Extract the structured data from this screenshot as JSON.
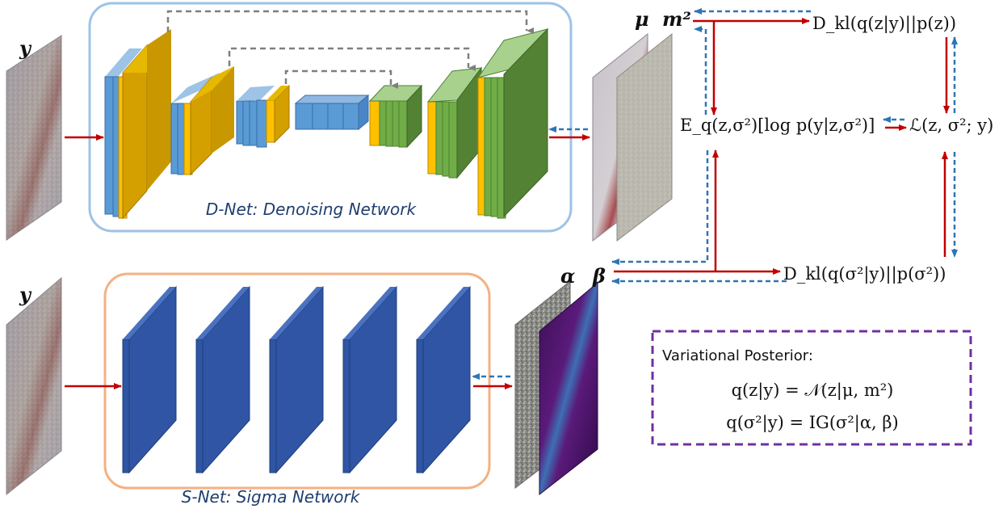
{
  "dnet": {
    "label": "D-Net: Denoising Network"
  },
  "snet": {
    "label": "S-Net: Sigma Network"
  },
  "inputs": {
    "top": "y",
    "bottom": "y"
  },
  "outputs": {
    "mu": "μ",
    "m2": "m²",
    "alpha": "α",
    "beta": "β"
  },
  "equations": {
    "kl_z": "D_kl(q(z|y)||p(z))",
    "expectation": "E_q(z,σ²)[log p(y|z,σ²)]",
    "loss": "ℒ(z, σ²; y)",
    "kl_sigma": "D_kl(q(σ²|y)||p(σ²))"
  },
  "posterior": {
    "title": "Variational Posterior:",
    "eq1": "q(z|y) = 𝒩(z|μ, m²)",
    "eq2": "q(σ²|y) = IG(σ²|α, β)"
  },
  "colors": {
    "blue_layer": "#5b9bd5",
    "gold_layer": "#d4a000",
    "yellow_layer": "#ffc000",
    "green_layer": "#70ad47",
    "snet_layer": "#2f55a4",
    "dnet_frame": "#9dc3e6",
    "snet_frame": "#f4b183",
    "forward_arrow": "#c00000",
    "backward_arrow": "#2e75b6",
    "posterior_border": "#7030a0"
  }
}
